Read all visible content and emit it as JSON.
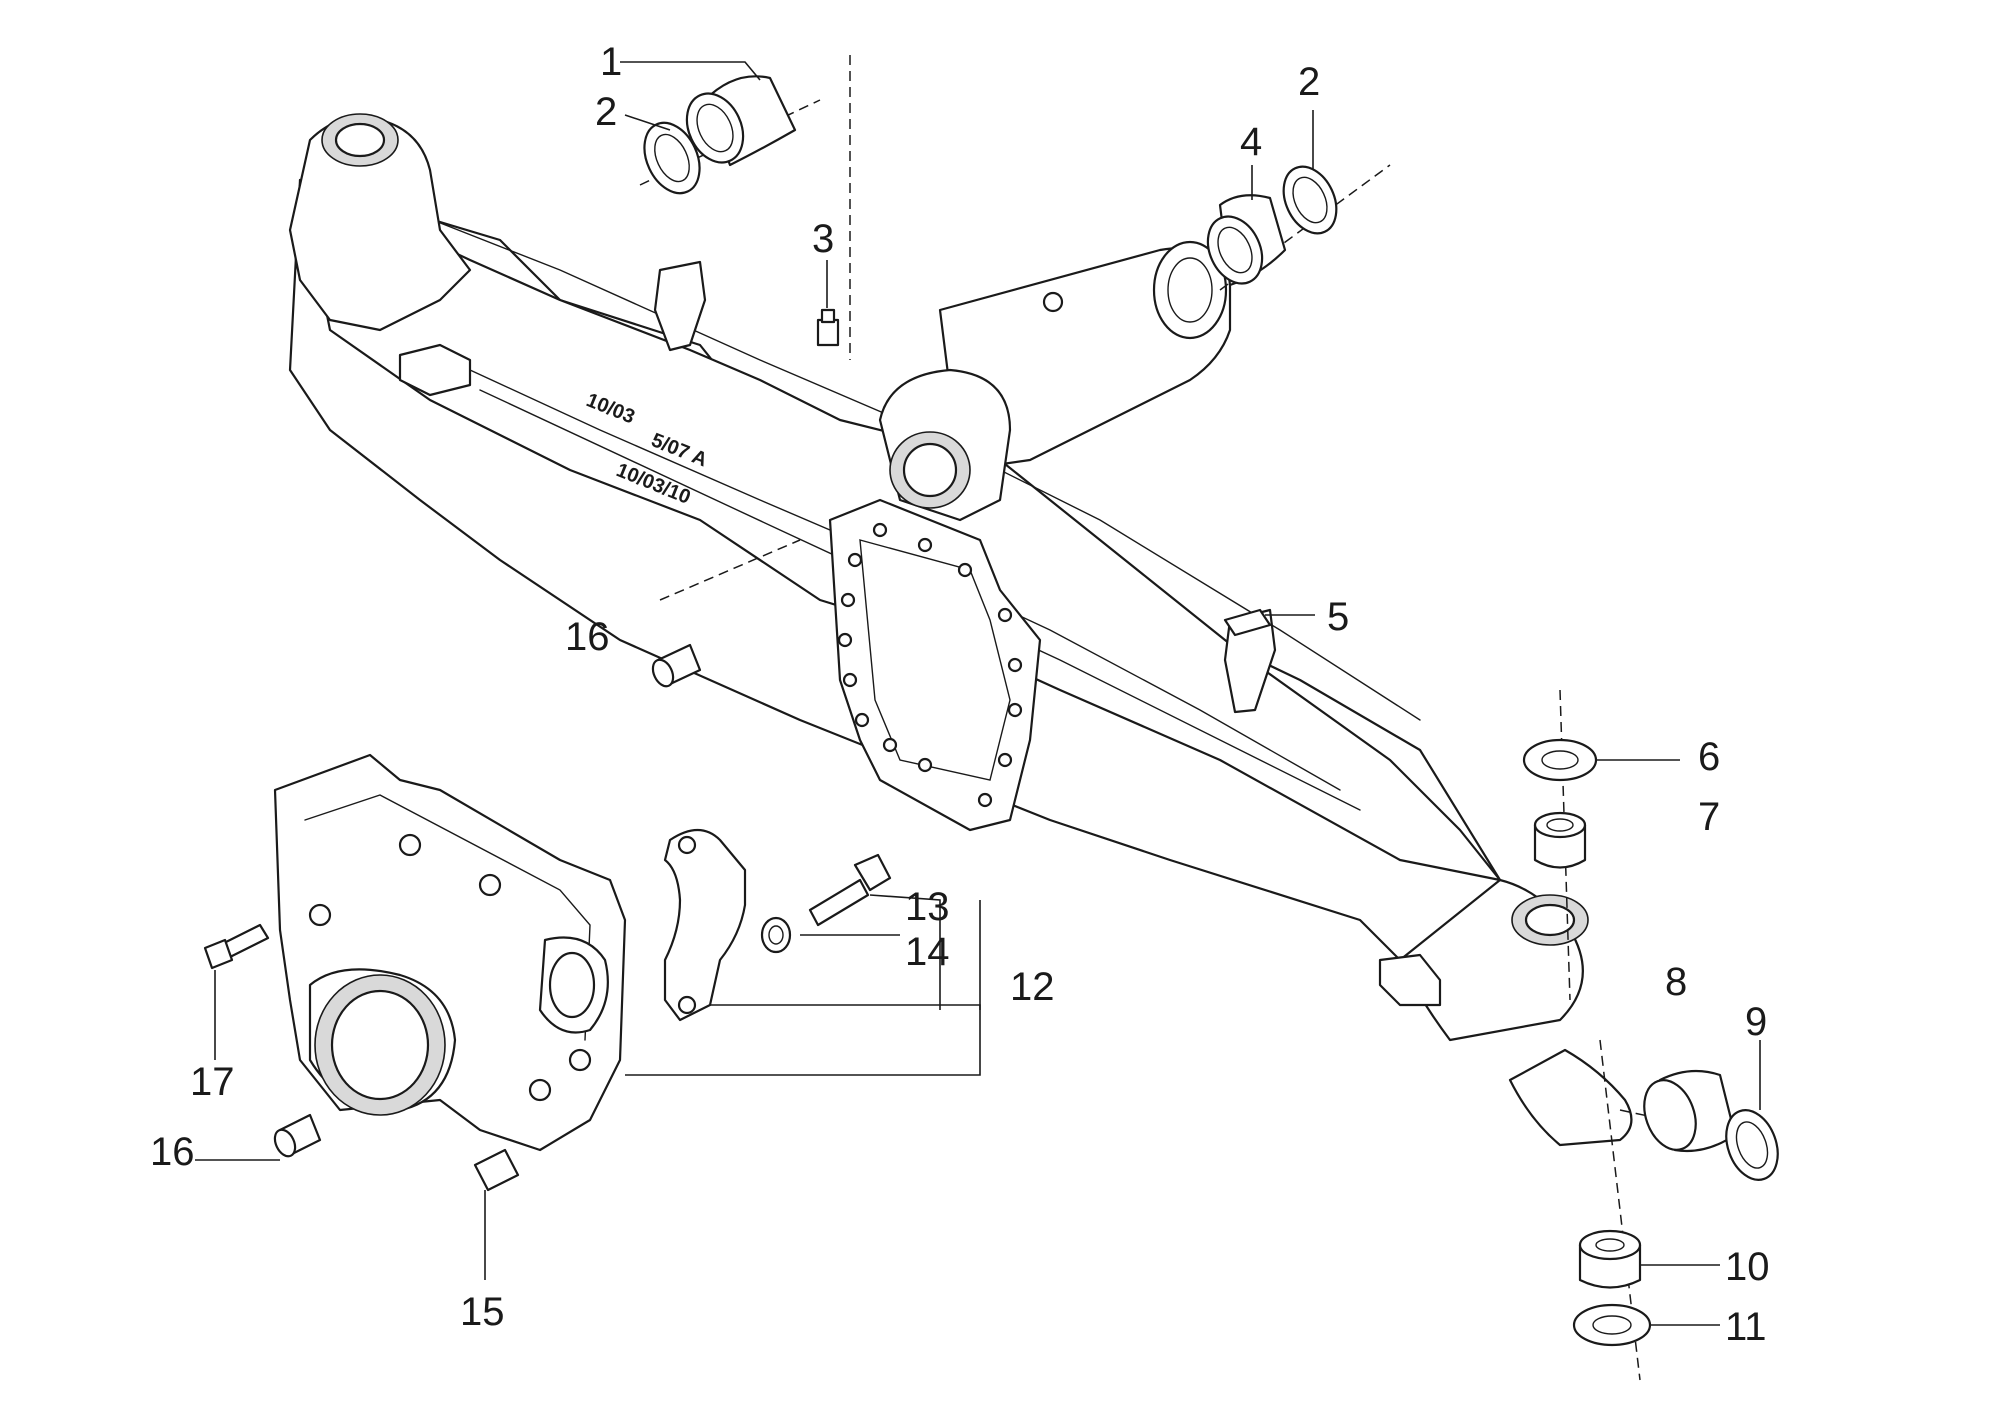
{
  "diagram": {
    "callouts": [
      {
        "id": "c1",
        "label": "1"
      },
      {
        "id": "c2a",
        "label": "2"
      },
      {
        "id": "c2b",
        "label": "2"
      },
      {
        "id": "c3",
        "label": "3"
      },
      {
        "id": "c4",
        "label": "4"
      },
      {
        "id": "c5",
        "label": "5"
      },
      {
        "id": "c6",
        "label": "6"
      },
      {
        "id": "c7",
        "label": "7"
      },
      {
        "id": "c8",
        "label": "8"
      },
      {
        "id": "c9",
        "label": "9"
      },
      {
        "id": "c10",
        "label": "10"
      },
      {
        "id": "c11",
        "label": "11"
      },
      {
        "id": "c12",
        "label": "12"
      },
      {
        "id": "c13",
        "label": "13"
      },
      {
        "id": "c14",
        "label": "14"
      },
      {
        "id": "c15",
        "label": "15"
      },
      {
        "id": "c16a",
        "label": "16"
      },
      {
        "id": "c16b",
        "label": "16"
      },
      {
        "id": "c17",
        "label": "17"
      }
    ],
    "casting_marks": [
      "10/03",
      "5/07 A",
      "10/03/10"
    ],
    "colors": {
      "ink": "#1a1a1a",
      "paper": "#ffffff"
    }
  }
}
